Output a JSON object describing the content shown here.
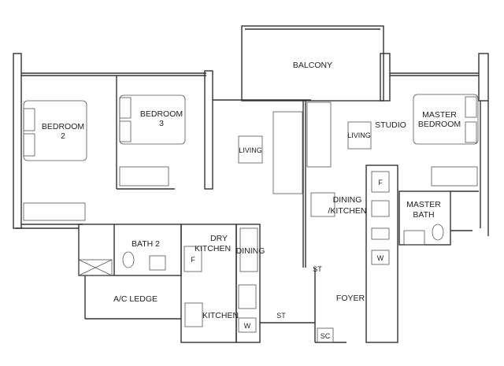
{
  "rooms": {
    "balcony": "BALCONY",
    "bedroom2": [
      "BEDROOM",
      "2"
    ],
    "bedroom3": [
      "BEDROOM",
      "3"
    ],
    "living_left": "LIVING",
    "living_right": "LIVING",
    "studio": "STUDIO",
    "master_bedroom": [
      "MASTER",
      "BEDROOM"
    ],
    "dining_kitchen": [
      "DINING",
      "/KITCHEN"
    ],
    "master_bath": [
      "MASTER",
      "BATH"
    ],
    "bath2": "BATH 2",
    "dry_kitchen": [
      "DRY",
      "KITCHEN"
    ],
    "dining": "DINING",
    "ac_ledge": "A/C LEDGE",
    "kitchen": "KITCHEN",
    "foyer": "FOYER",
    "store1": "ST",
    "store2": "ST",
    "shelter": "SC"
  },
  "fixtures": {
    "fridge1": "F",
    "fridge2": "F",
    "washer1": "W",
    "washer2": "W"
  }
}
